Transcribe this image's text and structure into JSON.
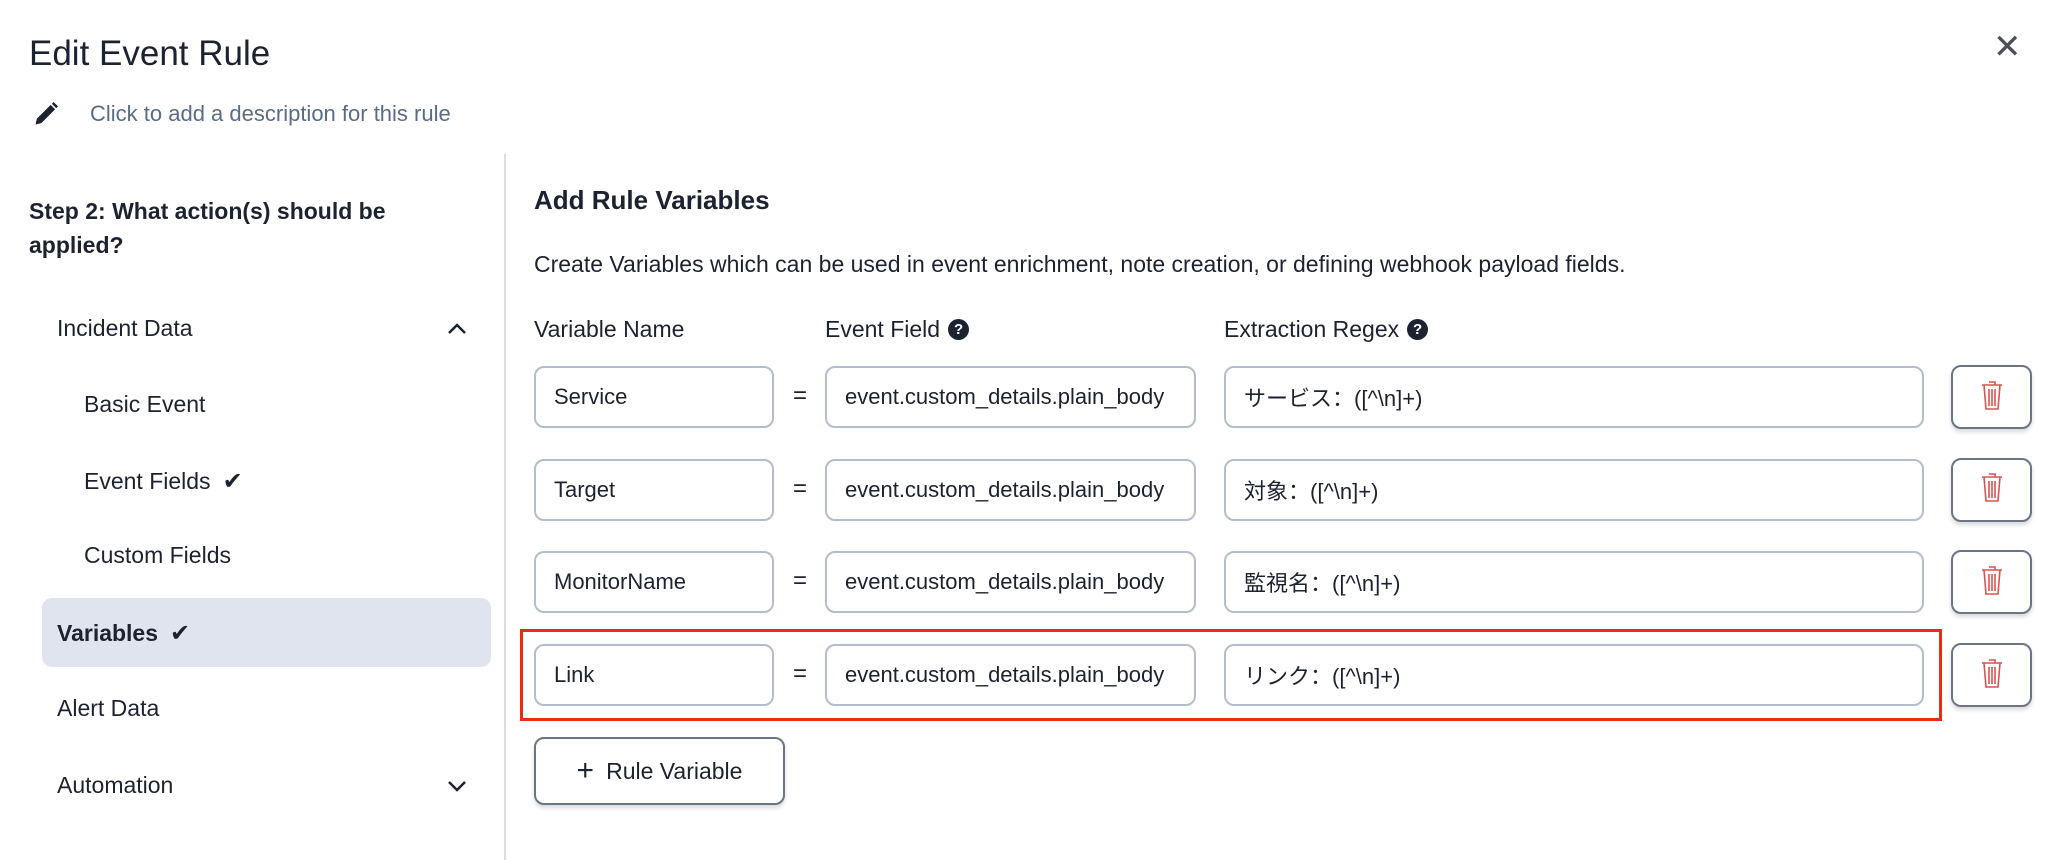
{
  "header": {
    "title": "Edit Event Rule",
    "description_placeholder": "Click to add a description for this rule",
    "close_label": "✕"
  },
  "sidebar": {
    "step_title": "Step 2: What action(s) should be applied?",
    "items": [
      {
        "label": "Incident Data",
        "expanded": true
      },
      {
        "label": "Basic Event"
      },
      {
        "label": "Event Fields",
        "check": "✔"
      },
      {
        "label": "Custom Fields"
      },
      {
        "label": "Variables",
        "check": "✔",
        "active": true
      },
      {
        "label": "Alert Data"
      },
      {
        "label": "Automation",
        "expanded": false
      }
    ]
  },
  "main": {
    "heading": "Add Rule Variables",
    "subtitle": "Create Variables which can be used in event enrichment, note creation, or defining webhook payload fields.",
    "columns": {
      "name": "Variable Name",
      "field": "Event Field",
      "regex": "Extraction Regex",
      "help": "?"
    },
    "equals": "=",
    "rows": [
      {
        "name": "Service",
        "field": "event.custom_details.plain_body",
        "regex": "サービス：([^\\n]+)"
      },
      {
        "name": "Target",
        "field": "event.custom_details.plain_body",
        "regex": "対象：([^\\n]+)"
      },
      {
        "name": "MonitorName",
        "field": "event.custom_details.plain_body",
        "regex": "監視名：([^\\n]+)"
      },
      {
        "name": "Link",
        "field": "event.custom_details.plain_body",
        "regex": "リンク：([^\\n]+)",
        "highlighted": true
      }
    ],
    "add_button": {
      "icon": "+",
      "label": "Rule Variable"
    }
  },
  "colors": {
    "highlight": "#ee2a16",
    "delete_icon": "#d9534f",
    "active_nav": "#dfe4ee"
  }
}
